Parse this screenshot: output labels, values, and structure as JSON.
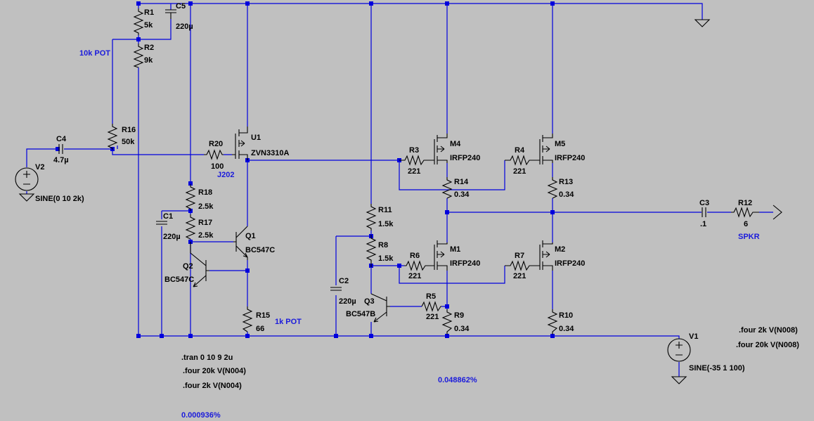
{
  "colors": {
    "background": "#c0c0c0",
    "wire": "#0000dd",
    "component": "#000000",
    "directive": "#000000",
    "annotation": "#1a1adc"
  },
  "parts": {
    "R1": {
      "ref": "R1",
      "val": "5k"
    },
    "R2": {
      "ref": "R2",
      "val": "9k"
    },
    "R3": {
      "ref": "R3",
      "val": "221"
    },
    "R4": {
      "ref": "R4",
      "val": "221"
    },
    "R5": {
      "ref": "R5",
      "val": "221"
    },
    "R6": {
      "ref": "R6",
      "val": "221"
    },
    "R7": {
      "ref": "R7",
      "val": "221"
    },
    "R8": {
      "ref": "R8",
      "val": "1.5k"
    },
    "R9": {
      "ref": "R9",
      "val": "0.34"
    },
    "R10": {
      "ref": "R10",
      "val": "0.34"
    },
    "R11": {
      "ref": "R11",
      "val": "1.5k"
    },
    "R12": {
      "ref": "R12",
      "val": "6"
    },
    "R13": {
      "ref": "R13",
      "val": "0.34"
    },
    "R14": {
      "ref": "R14",
      "val": "0.34"
    },
    "R15": {
      "ref": "R15",
      "val": "66"
    },
    "R16": {
      "ref": "R16",
      "val": "50k"
    },
    "R17": {
      "ref": "R17",
      "val": "2.5k"
    },
    "R18": {
      "ref": "R18",
      "val": "2.5k"
    },
    "R20": {
      "ref": "R20",
      "val": "100"
    },
    "C1": {
      "ref": "C1",
      "val": "220µ"
    },
    "C2": {
      "ref": "C2",
      "val": "220µ"
    },
    "C3": {
      "ref": "C3",
      "val": ".1"
    },
    "C4": {
      "ref": "C4",
      "val": "4.7µ"
    },
    "C5": {
      "ref": "C5",
      "val": "220µ"
    },
    "Q1": {
      "ref": "Q1",
      "val": "BC547C"
    },
    "Q2": {
      "ref": "Q2",
      "val": "BC547C"
    },
    "Q3": {
      "ref": "Q3",
      "val": "BC547B"
    },
    "M1": {
      "ref": "M1",
      "val": "IRFP240"
    },
    "M2": {
      "ref": "M2",
      "val": "IRFP240"
    },
    "M4": {
      "ref": "M4",
      "val": "IRFP240"
    },
    "M5": {
      "ref": "M5",
      "val": "IRFP240"
    },
    "U1": {
      "ref": "U1",
      "val": "ZVN3310A"
    },
    "V1": {
      "ref": "V1",
      "val": "SINE(-35 1 100)"
    },
    "V2": {
      "ref": "V2",
      "val": "SINE(0 10 2k)"
    }
  },
  "annotations": {
    "pot10k": "10k POT",
    "j202": "J202",
    "pot1k": "1k POT",
    "spkr": "SPKR",
    "result1": "0.000936%",
    "result2": "0.048862%"
  },
  "directives": {
    "tran": ".tran 0 10 9 2u",
    "four_left_1": ".four 20k V(N004)",
    "four_left_2": ".four 2k V(N004)",
    "four_right_1": ".four 2k V(N008)",
    "four_right_2": ".four 20k V(N008)"
  }
}
